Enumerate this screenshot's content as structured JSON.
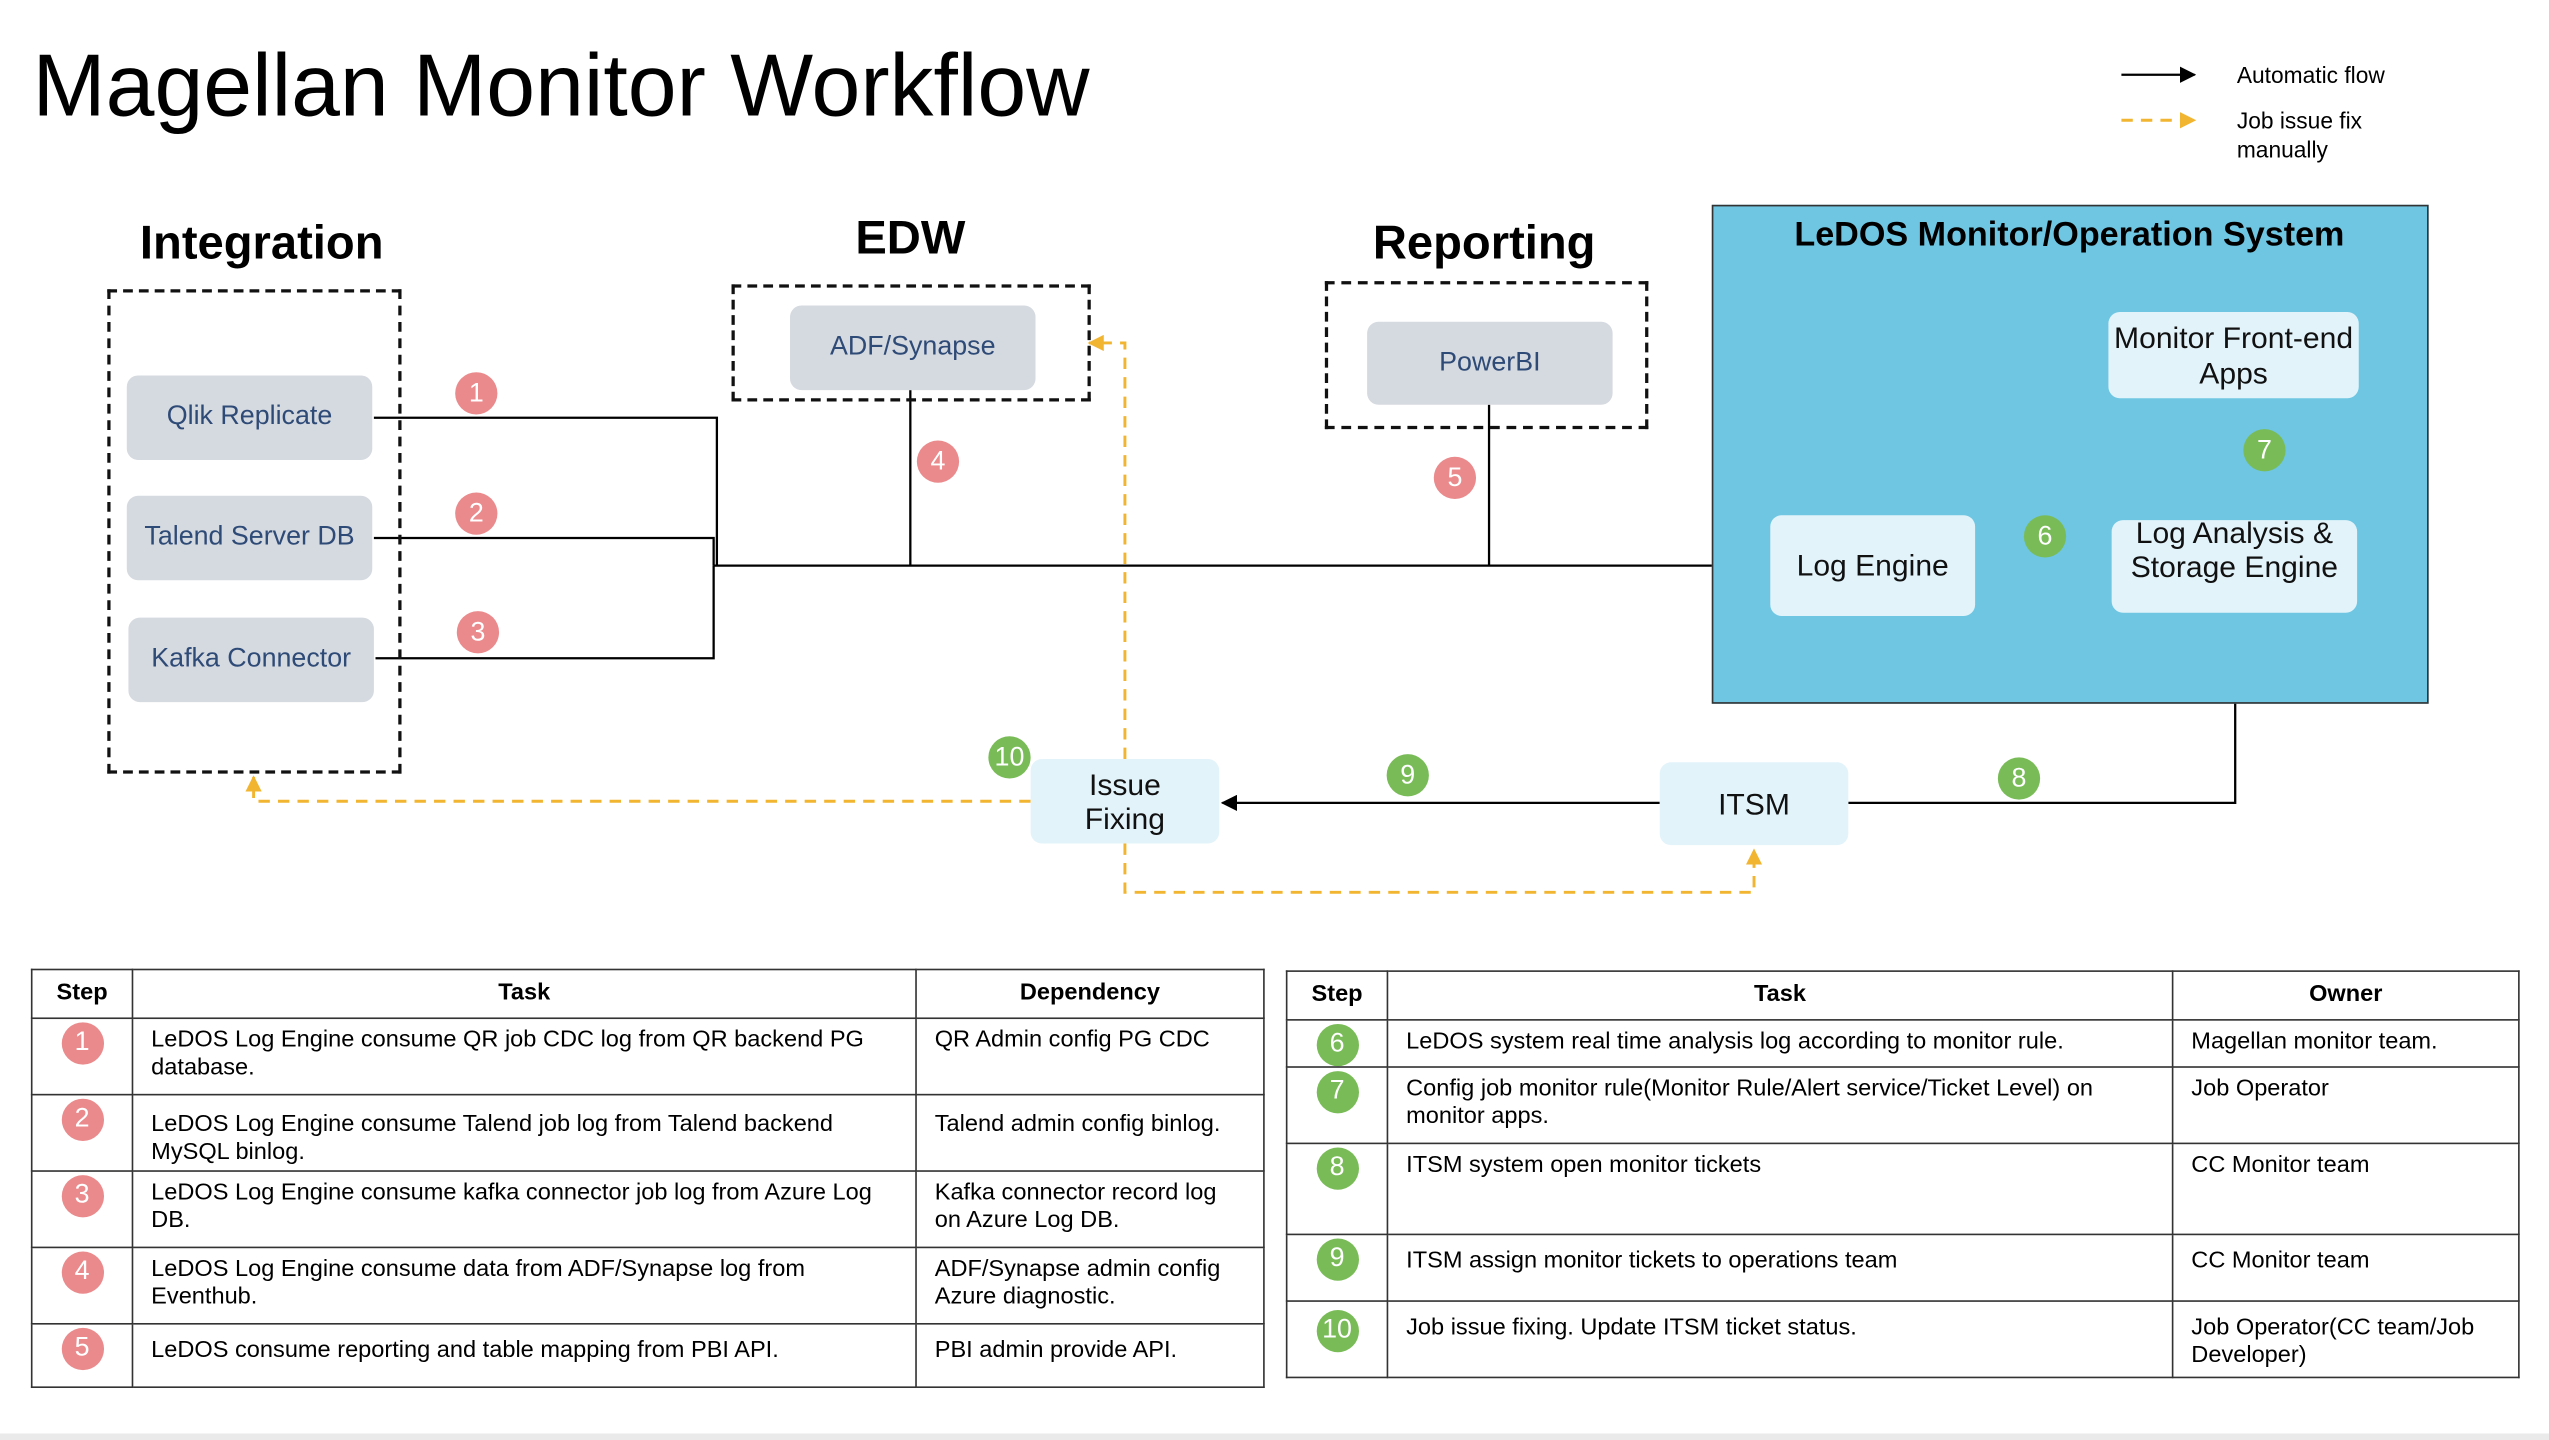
{
  "title": "Magellan Monitor Workflow",
  "legend": [
    {
      "label": "Automatic flow",
      "style": "solid",
      "color": "#000000"
    },
    {
      "label": "Job issue fix manually",
      "style": "dashed",
      "color": "#f2b531"
    }
  ],
  "sections": {
    "integration": "Integration",
    "edw": "EDW",
    "reporting": "Reporting",
    "ledos": "LeDOS Monitor/Operation System"
  },
  "nodes": {
    "qlik_replicate": "Qlik Replicate",
    "talend_server_db": "Talend Server DB",
    "kafka_connector": "Kafka Connector",
    "adf_synapse": "ADF/Synapse",
    "powerbi": "PowerBI",
    "monitor_frontend_apps": "Monitor Front-end Apps",
    "log_engine": "Log Engine",
    "log_analysis_storage_engine": "Log Analysis & Storage Engine",
    "itsm": "ITSM",
    "issue_fixing": "Issue Fixing"
  },
  "step_badges": {
    "s1": "1",
    "s2": "2",
    "s3": "3",
    "s4": "4",
    "s5": "5",
    "s6": "6",
    "s7": "7",
    "s8": "8",
    "s9": "9",
    "s10": "10"
  },
  "colors": {
    "ledos_panel": "#6ec6e2",
    "node_gray": "#d5d9e0",
    "node_light": "#e2f3fa",
    "badge_red": "#ea8a8c",
    "badge_green": "#79bc57",
    "manual_arrow": "#f2b531"
  },
  "tables": {
    "left": {
      "headers": [
        "Step",
        "Task",
        "Dependency"
      ],
      "rows": [
        {
          "step": "1",
          "task": "LeDOS Log Engine consume QR job CDC log from QR backend PG database.",
          "dependency": "QR Admin config PG CDC"
        },
        {
          "step": "2",
          "task": "LeDOS Log Engine consume Talend job log from Talend backend MySQL binlog.",
          "dependency": "Talend admin config binlog."
        },
        {
          "step": "3",
          "task": "LeDOS Log Engine consume kafka connector job log from Azure Log DB.",
          "dependency": "Kafka connector record log on Azure Log DB."
        },
        {
          "step": "4",
          "task": "LeDOS Log Engine consume data from ADF/Synapse log from Eventhub.",
          "dependency": "ADF/Synapse admin config Azure diagnostic."
        },
        {
          "step": "5",
          "task": "LeDOS consume reporting and table mapping from PBI API.",
          "dependency": "PBI admin provide API."
        }
      ]
    },
    "right": {
      "headers": [
        "Step",
        "Task",
        "Owner"
      ],
      "rows": [
        {
          "step": "6",
          "task": "LeDOS system real time analysis log according to monitor rule.",
          "owner": "Magellan monitor team."
        },
        {
          "step": "7",
          "task": "Config job monitor rule(Monitor Rule/Alert service/Ticket Level) on monitor apps.",
          "owner": "Job Operator"
        },
        {
          "step": "8",
          "task": "ITSM system open monitor tickets",
          "owner": "CC Monitor team"
        },
        {
          "step": "9",
          "task": "ITSM assign monitor tickets to operations team",
          "owner": "CC Monitor team"
        },
        {
          "step": "10",
          "task": "Job issue fixing. Update ITSM ticket status.",
          "owner": "Job Operator(CC team/Job Developer)"
        }
      ]
    }
  }
}
